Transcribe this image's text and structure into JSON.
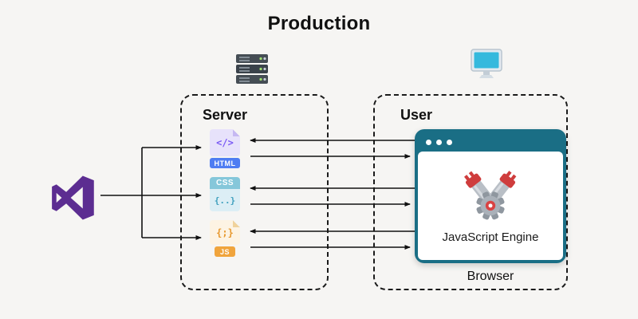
{
  "title": "Production",
  "colors": {
    "vs_purple": "#5C2D91",
    "browser_teal": "#1A6E85",
    "html_badge": "#4F7DF2",
    "css_badge": "#85C7DA",
    "js_badge": "#F0A43C",
    "background": "#F6F5F3"
  },
  "server": {
    "label": "Server",
    "icon": "server-rack-icon",
    "files": [
      {
        "name": "html-file",
        "glyph": "</>",
        "badge": "HTML"
      },
      {
        "name": "css-file",
        "glyph": "{..}",
        "badge": "CSS"
      },
      {
        "name": "js-file",
        "glyph": "{;}",
        "badge": "JS"
      }
    ]
  },
  "user": {
    "label": "User",
    "icon": "monitor-icon",
    "browser": {
      "label": "Browser",
      "engine_label": "JavaScript Engine",
      "engine_icon": "engine-icon"
    }
  },
  "source": {
    "icon": "visual-studio-logo"
  }
}
